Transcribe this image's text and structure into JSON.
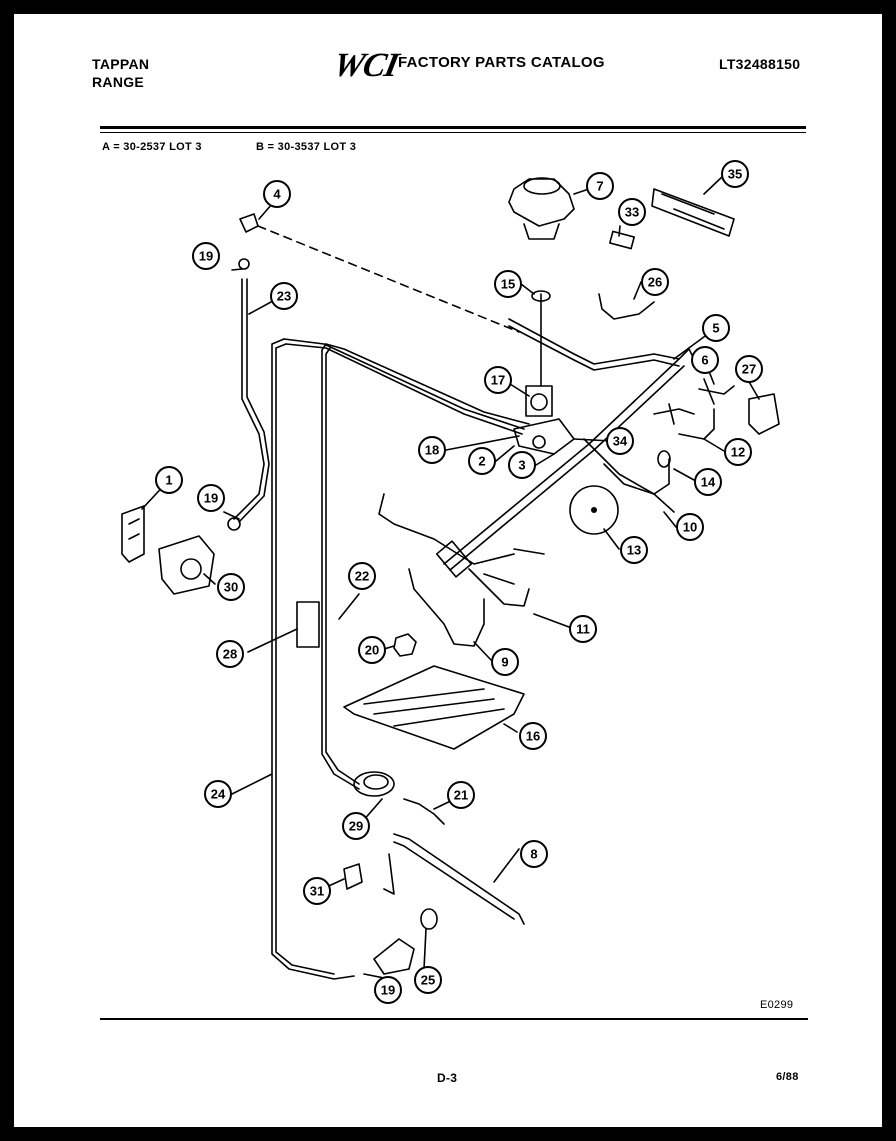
{
  "header": {
    "brand_line1": "TAPPAN",
    "brand_line2": "RANGE",
    "logo": "WCI",
    "catalog_title": "FACTORY PARTS CATALOG",
    "model_number": "LT32488150"
  },
  "variants": {
    "a": "A = 30-2537 LOT 3",
    "b": "B = 30-3537 LOT 3"
  },
  "callouts": [
    "4",
    "19",
    "23",
    "7",
    "33",
    "35",
    "15",
    "26",
    "5",
    "6",
    "27",
    "17",
    "18",
    "2",
    "3",
    "34",
    "12",
    "14",
    "1",
    "19",
    "13",
    "10",
    "30",
    "22",
    "11",
    "28",
    "20",
    "9",
    "16",
    "24",
    "21",
    "29",
    "8",
    "31",
    "19",
    "25"
  ],
  "footer": {
    "figure_code": "E0299",
    "page_id": "D-3",
    "date_code": "6/88"
  }
}
